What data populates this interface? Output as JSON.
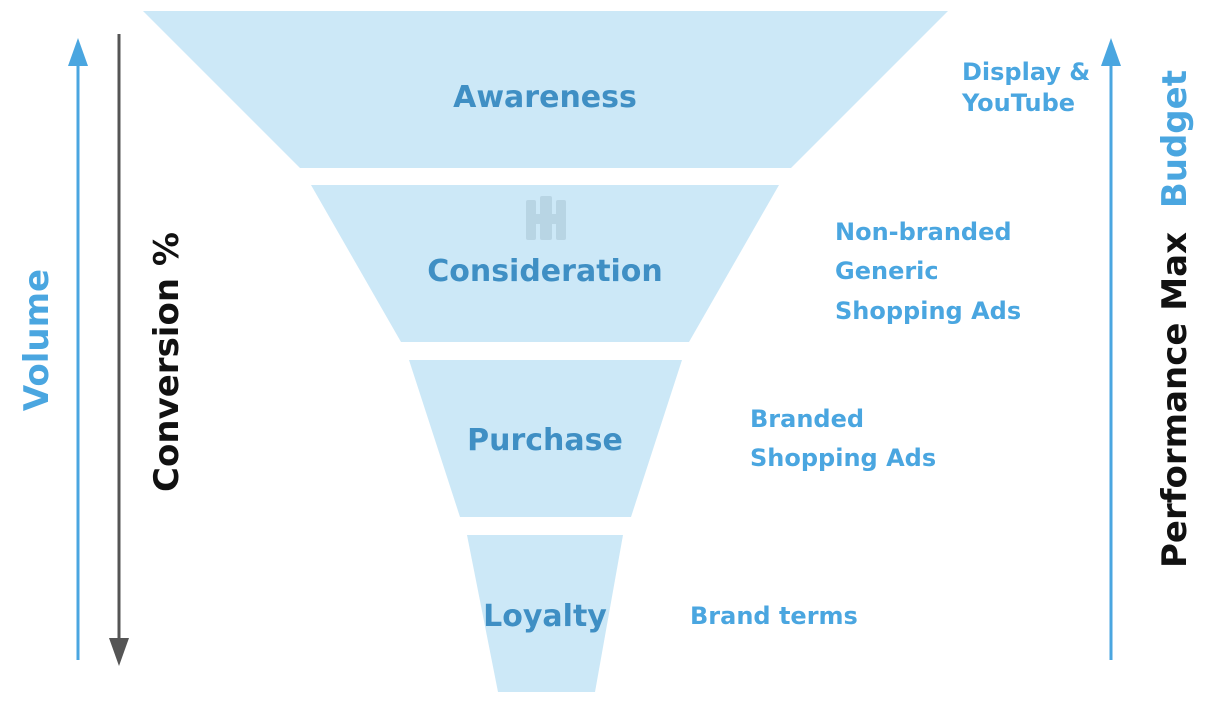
{
  "colors": {
    "funnel_fill": "#cce8f7",
    "stage_text": "#3f8fc4",
    "channel_text": "#4aa6e0",
    "arrow_blue": "#4aa6e0",
    "arrow_gray": "#555555",
    "dark_text": "#111111",
    "watermark": "#a9c6d6"
  },
  "funnel": {
    "stages": [
      {
        "id": "awareness",
        "label": "Awareness"
      },
      {
        "id": "consideration",
        "label": "Consideration"
      },
      {
        "id": "purchase",
        "label": "Purchase"
      },
      {
        "id": "loyalty",
        "label": "Loyalty"
      }
    ]
  },
  "channels": {
    "awareness": [
      "Display &",
      "YouTube"
    ],
    "consideration": [
      "Non-branded",
      "Generic",
      "Shopping Ads"
    ],
    "purchase": [
      "Branded",
      "Shopping Ads"
    ],
    "loyalty": [
      "Brand terms"
    ]
  },
  "left_axis": {
    "volume_label": "Volume",
    "conversion_label": "Conversion %"
  },
  "right_axis": {
    "label_main": "Performance Max",
    "label_accent": "Budget"
  },
  "watermark_icon": "castle-logo-icon"
}
